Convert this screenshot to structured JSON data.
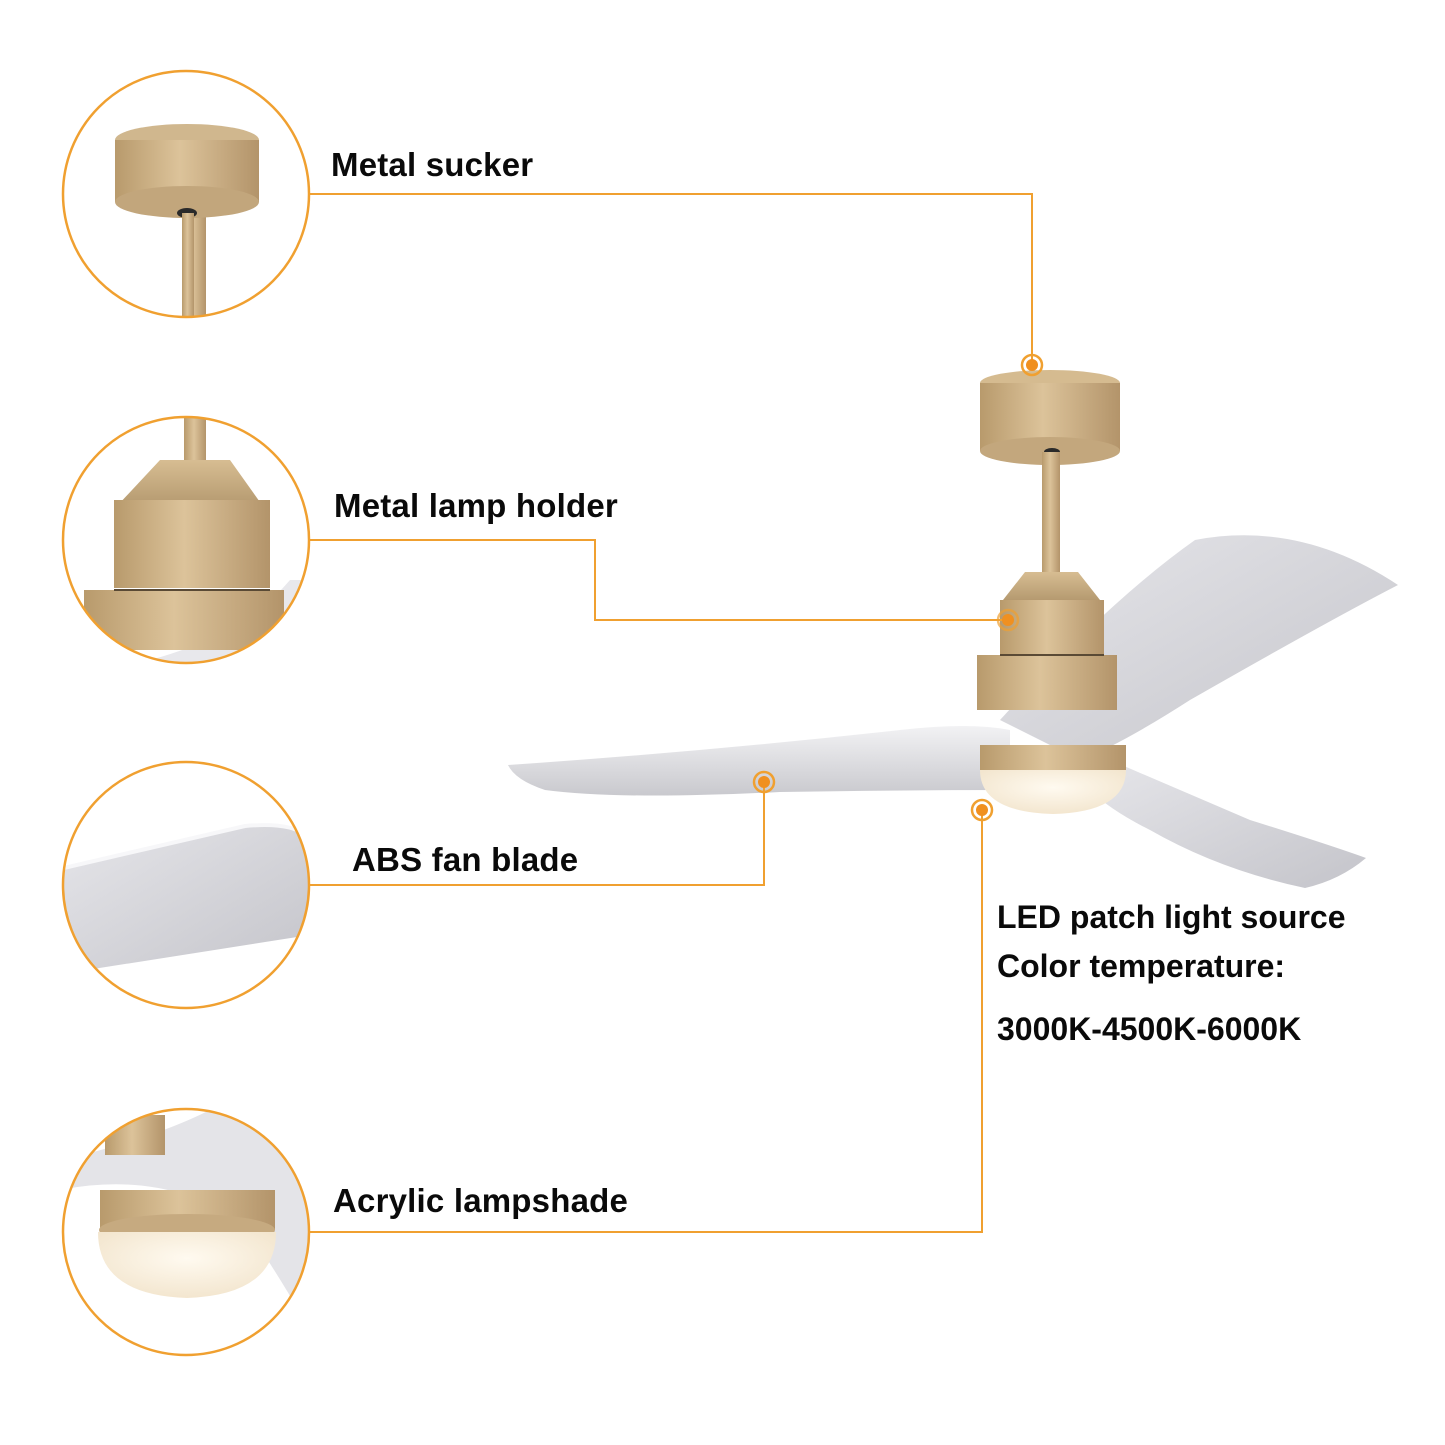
{
  "diagram": {
    "subject": "Ceiling fan with LED light",
    "accent_color": "#F0A030",
    "callouts": [
      {
        "id": "metal-sucker",
        "label": "Metal sucker"
      },
      {
        "id": "metal-lamp-holder",
        "label": "Metal lamp holder"
      },
      {
        "id": "abs-fan-blade",
        "label": "ABS fan blade"
      },
      {
        "id": "acrylic-lampshade",
        "label": "Acrylic lampshade"
      }
    ],
    "led_spec": {
      "line1": "LED patch light source",
      "line2": "Color temperature:",
      "line3": "3000K-4500K-6000K"
    }
  }
}
